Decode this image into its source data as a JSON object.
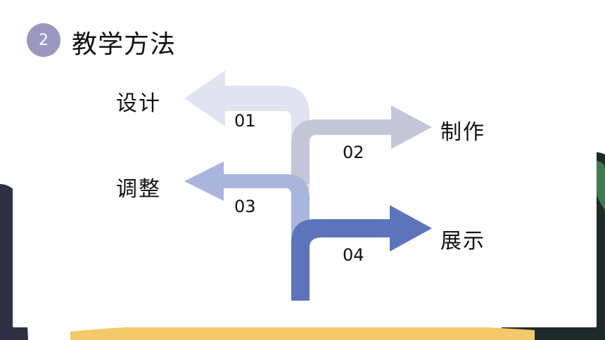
{
  "header": {
    "badge": "2",
    "title": "教学方法"
  },
  "steps": [
    {
      "num": "01",
      "label": "设计",
      "color": "#e1e3f1"
    },
    {
      "num": "02",
      "label": "制作",
      "color": "#c5c6d8"
    },
    {
      "num": "03",
      "label": "调整",
      "color": "#aab5dd"
    },
    {
      "num": "04",
      "label": "展示",
      "color": "#5c74bc"
    }
  ]
}
